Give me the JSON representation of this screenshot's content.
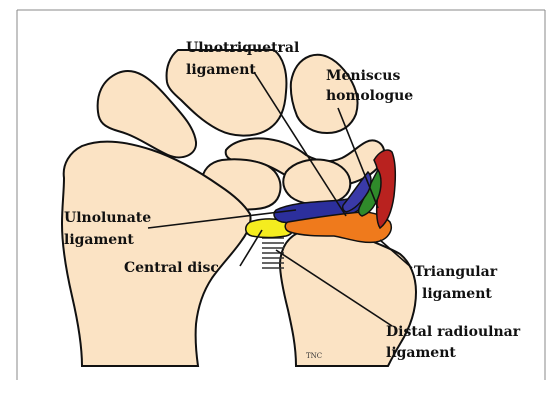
{
  "labels": {
    "ulnotriquetral": [
      "Ulnotriquetral",
      "ligament"
    ],
    "meniscus": [
      "Meniscus",
      "homologue"
    ],
    "ulnolunate": [
      "Ulnolunate",
      "ligament"
    ],
    "central_disc": "Central disc",
    "triangular": [
      "Triangular",
      "ligament"
    ],
    "distal_radioulnar": [
      "Distal radioulnar",
      "ligament"
    ]
  },
  "signature": "TNC",
  "colors": {
    "bone_fill": "#fbe3c4",
    "outline": "#111111",
    "ulnolunate_yellow": "#f4ec1f",
    "ulnotriquetral_blue": "#2c2f9c",
    "triangular_orange": "#ef7a1c",
    "meniscus_green": "#2f8a2a",
    "meniscus_red": "#b9221f",
    "meniscus_blue": "#3a3aa8"
  }
}
